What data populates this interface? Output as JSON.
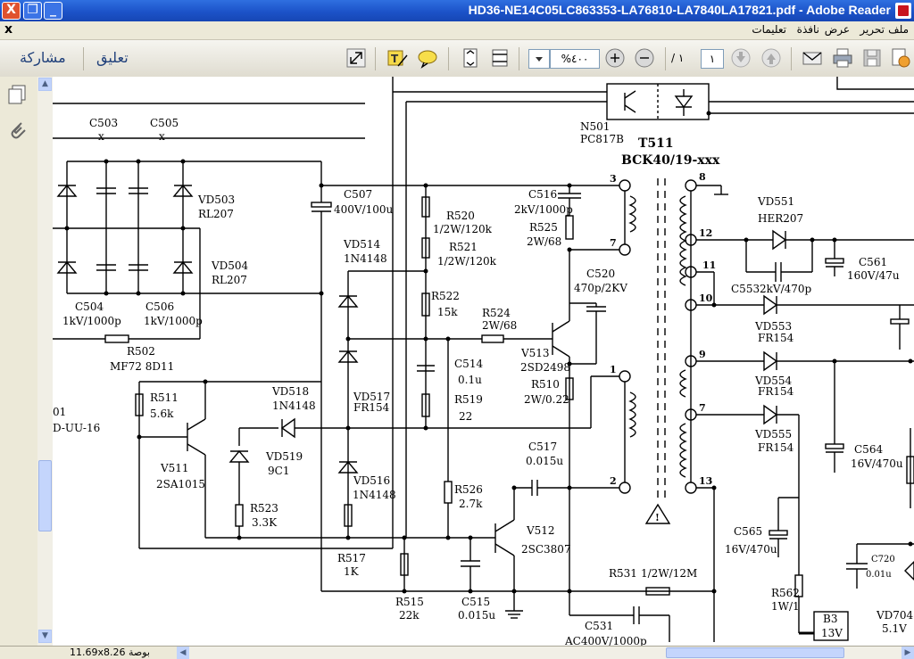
{
  "window": {
    "title": "HD36-NE14C05LC863353-LA76810-LA7840LA17821.pdf - Adobe Reader",
    "close_glyph": "X",
    "restore_glyph": "❐",
    "minimize_glyph": "_"
  },
  "menubar": {
    "doc_close_glyph": "x",
    "items": [
      "ملف",
      "تحرير",
      "عرض",
      "نافذة",
      "تعليمات"
    ]
  },
  "toolbar": {
    "share_label": "مشاركة",
    "comment_label": "تعليق",
    "zoom_value": "%٤٠٠",
    "page_current": "١",
    "page_total": "/ ١",
    "icons": [
      "expand-icon",
      "typewriter-icon",
      "comment-bubble-icon",
      "fit-page-icon",
      "fit-width-icon",
      "dropdown-icon",
      "zoom-in-icon",
      "zoom-out-icon",
      "page-down-icon",
      "page-up-icon",
      "email-icon",
      "print-icon",
      "save-icon",
      "save-copy-icon"
    ]
  },
  "sidepanel": {
    "icons": [
      "pages-icon",
      "attachments-icon"
    ]
  },
  "statusbar": {
    "page_size": "11.69x8.26 بوصة"
  },
  "schematic": {
    "labels": {
      "c503": "C503",
      "c503_val": "x",
      "c505": "C505",
      "c505_val": "x",
      "vd503": "VD503",
      "vd503_val": "RL207",
      "vd504": "VD504",
      "vd504_val": "RL207",
      "c504": "C504",
      "c504_val": "1kV/1000p",
      "c506": "C506",
      "c506_val": "1kV/1000p",
      "r502": "R502",
      "r502_val": "MF72 8D11",
      "c507": "C507",
      "c507_val": "400V/100u",
      "vd514": "VD514",
      "vd514_val": "1N4148",
      "r520": "R520",
      "r520_val": "1/2W/120k",
      "r521": "R521",
      "r521_val": "1/2W/120k",
      "r522": "R522",
      "r522_val": "15k",
      "r524": "R524",
      "r524_val": "2W/68",
      "c514": "C514",
      "c514_val": "0.1u",
      "r519": "R519",
      "r519_val": "22",
      "r511": "R511",
      "r511_val": "5.6k",
      "v511": "V511",
      "v511_val": "2SA1015",
      "vd518": "VD518",
      "vd518_val": "1N4148",
      "vd517": "VD517",
      "vd517_val": "FR154",
      "vd519": "VD519",
      "vd519_val": "9C1",
      "r523": "R523",
      "r523_val": "3.3K",
      "vd516": "VD516",
      "vd516_val": "1N4148",
      "r517": "R517",
      "r517_val": "1K",
      "r515": "R515",
      "r515_val": "22k",
      "c515": "C515",
      "c515_val": "0.015u",
      "r526": "R526",
      "r526_val": "2.7k",
      "v512": "V512",
      "v512_val": "2SC3807",
      "c517": "C517",
      "c517_val": "0.015u",
      "v513": "V513",
      "v513_val": "2SD2498",
      "r510": "R510",
      "r510_val": "2W/0.22",
      "c520": "C520",
      "c520_val": "470p/2KV",
      "c516": "C516",
      "c516_val": "2kV/1000p",
      "r525": "R525",
      "r525_val": "2W/68",
      "n501": "N501",
      "n501_val": "PC817B",
      "t511": "T511",
      "t511_val": "BCK40/19-xxx",
      "r531": "R531",
      "r531_val": "1/2W/12M",
      "c531": "C531",
      "c531_val": "AC400V/1000p",
      "vd551": "VD551",
      "vd551_val": "HER207",
      "c553": "C553",
      "c553_val": "2kV/470p",
      "c561": "C561",
      "c561_val": "160V/47u",
      "vd553": "VD553",
      "vd553_val": "FR154",
      "vd554": "VD554",
      "vd554_val": "FR154",
      "vd555": "VD555",
      "vd555_val": "FR154",
      "c564": "C564",
      "c564_val": "16V/470u",
      "c565": "C565",
      "c565_val": "16V/470u",
      "r562": "R562",
      "r562_val": "1W/1",
      "b3": "B3",
      "b3_val": "13V",
      "c720": "C720",
      "c720_val": "0.01u",
      "vd704": "VD704",
      "vd704_val": "5.1V",
      "frag1": "01",
      "frag2": "D-UU-16",
      "pin3": "3",
      "pin7a": "7",
      "pin1": "1",
      "pin2": "2",
      "pin8": "8",
      "pin12": "12",
      "pin11": "11",
      "pin10": "10",
      "pin9": "9",
      "pin7b": "7",
      "pin13": "13",
      "warn": "!"
    }
  }
}
